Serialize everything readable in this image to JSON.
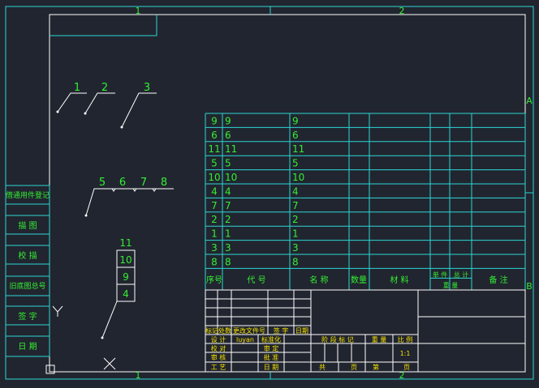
{
  "colors": {
    "background": "#21252f",
    "frame": "#ffffff",
    "grid": "#2bd6d6",
    "text": "#33ee33",
    "small_text": "#f5e000"
  },
  "zones": {
    "top": [
      "1",
      "2"
    ],
    "bottom": [
      "1",
      "2"
    ],
    "right": [
      "A",
      "B"
    ]
  },
  "balloons": {
    "top_row": [
      "1",
      "2",
      "3"
    ],
    "middle_row": [
      "5",
      "6",
      "7",
      "8"
    ],
    "stack": [
      "11",
      "10",
      "9",
      "4"
    ]
  },
  "left_strip": [
    "借通用件登记",
    "描 图",
    "校 描",
    "旧底图总号",
    "签 字",
    "日 期"
  ],
  "parts_list": {
    "rows": [
      [
        "9",
        "9",
        "9"
      ],
      [
        "6",
        "6",
        "6"
      ],
      [
        "11",
        "11",
        "11"
      ],
      [
        "5",
        "5",
        "5"
      ],
      [
        "10",
        "10",
        "10"
      ],
      [
        "4",
        "4",
        "4"
      ],
      [
        "7",
        "7",
        "7"
      ],
      [
        "2",
        "2",
        "2"
      ],
      [
        "1",
        "1",
        "1"
      ],
      [
        "3",
        "3",
        "3"
      ],
      [
        "8",
        "8",
        "8"
      ]
    ],
    "header": {
      "seq": "序号",
      "code": "代 号",
      "name": "名 称",
      "qty": "数量",
      "material": "材 料",
      "single": "单 件",
      "total": "总 计",
      "weight": "重 量",
      "remark": "备 注"
    }
  },
  "title_block": {
    "revision_header": [
      "标记",
      "处数",
      "更改文件号",
      "签 字",
      "日期"
    ],
    "rows": [
      {
        "role": "设 计",
        "name": "luyan",
        "right_label": "标准化"
      },
      {
        "role": "校 对",
        "name": "",
        "right_label": "审 定"
      },
      {
        "role": "审 核",
        "name": "",
        "right_label": "批 准"
      },
      {
        "role": "工 艺",
        "name": "",
        "right_label": "日 期"
      }
    ],
    "stage_label": "阶 段 标 记",
    "weight_label": "重 量",
    "scale_label": "比 例",
    "scale_value": "1:1",
    "total_sheets_label": "共",
    "sheet_unit_1": "页",
    "sheet_no_label": "第",
    "sheet_unit_2": "页"
  },
  "ucs": {
    "y_label": "Y"
  }
}
